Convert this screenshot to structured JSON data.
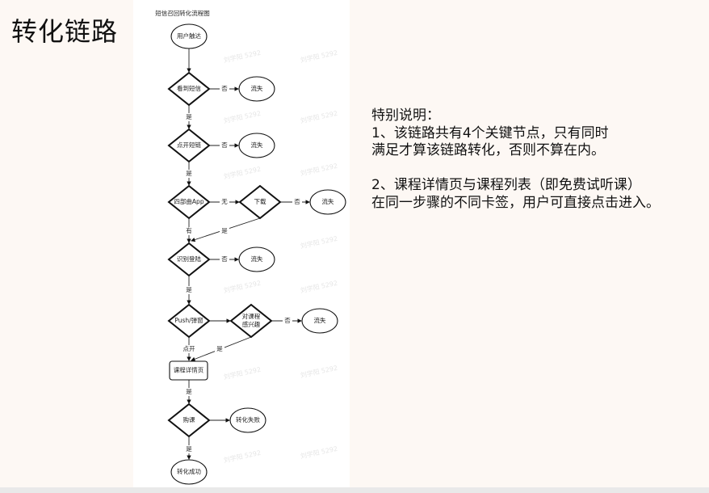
{
  "slide_title": "转化链路",
  "flowchart": {
    "title": "短信召回转化流程图",
    "watermark": "刘学阳 5292",
    "nodes": {
      "start": "用户触达",
      "see_sms": "看到短信",
      "open_link": "点开短链",
      "has_app": "四部曲App",
      "download": "下载",
      "login": "识别登陆",
      "push": "Push/弹窗",
      "interested": "对课程\n感兴趣",
      "course_detail": "课程详情页",
      "purchase": "购课",
      "fail": "转化失败",
      "success": "转化成功",
      "lost": "流失"
    },
    "interested_lines": [
      "对课程",
      "感兴趣"
    ],
    "edge_labels": {
      "no": "否",
      "yes": "是",
      "none": "无",
      "has": "有",
      "open": "点开"
    }
  },
  "notes": {
    "heading": "特别说明：",
    "lines": [
      "1、该链路共有4个关键节点，只有同时",
      "满足才算该链路转化，否则不算在内。",
      "",
      "2、课程详情页与课程列表（即免费试听课）",
      "在同一步骤的不同卡签，用户可直接点击进入。"
    ]
  }
}
